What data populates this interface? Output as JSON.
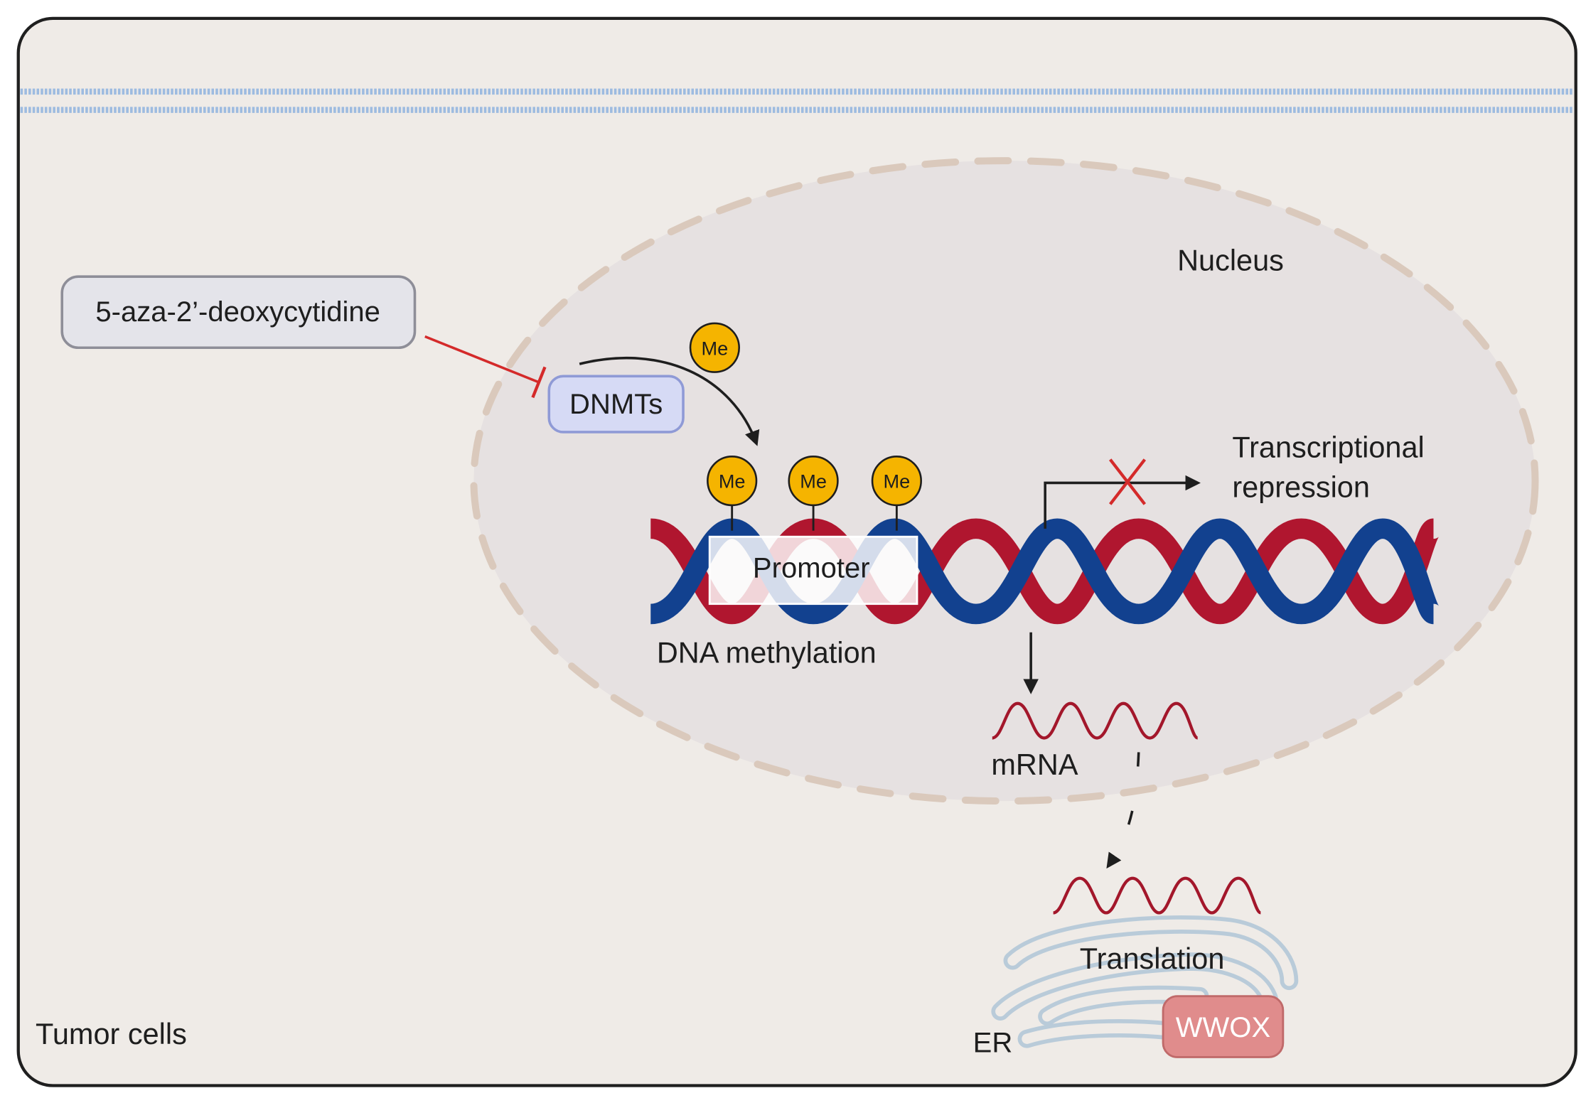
{
  "title": "",
  "labels": {
    "drug": "5-aza-2’-deoxycytidine",
    "enzyme": "DNMTs",
    "methyl": "Me",
    "nucleus": "Nucleus",
    "promoter": "Promoter",
    "dna_methylation": "DNA methylation",
    "repression_line1": "Transcriptional",
    "repression_line2": "repression",
    "mrna": "mRNA",
    "translation": "Translation",
    "er": "ER",
    "protein": "WWOX",
    "cell": "Tumor cells"
  },
  "colors": {
    "cell_fill": "#efebe7",
    "cell_border": "#1f1f1f",
    "membrane": "#9dbbe0",
    "nucleus_fill": "#e6e1e1",
    "nucleus_border": "#dac9bc",
    "inhibition": "#d42a2a",
    "methyl_fill": "#f5b400",
    "dna_blue": "#12418f",
    "dna_red": "#b0162f",
    "mrna": "#a3172b",
    "er": "#b9cbd9",
    "protein_fill": "#e08c8c",
    "enzyme_fill": "#d6daf5",
    "enzyme_border": "#8f9ad6",
    "drug_fill": "#e4e4ea"
  }
}
